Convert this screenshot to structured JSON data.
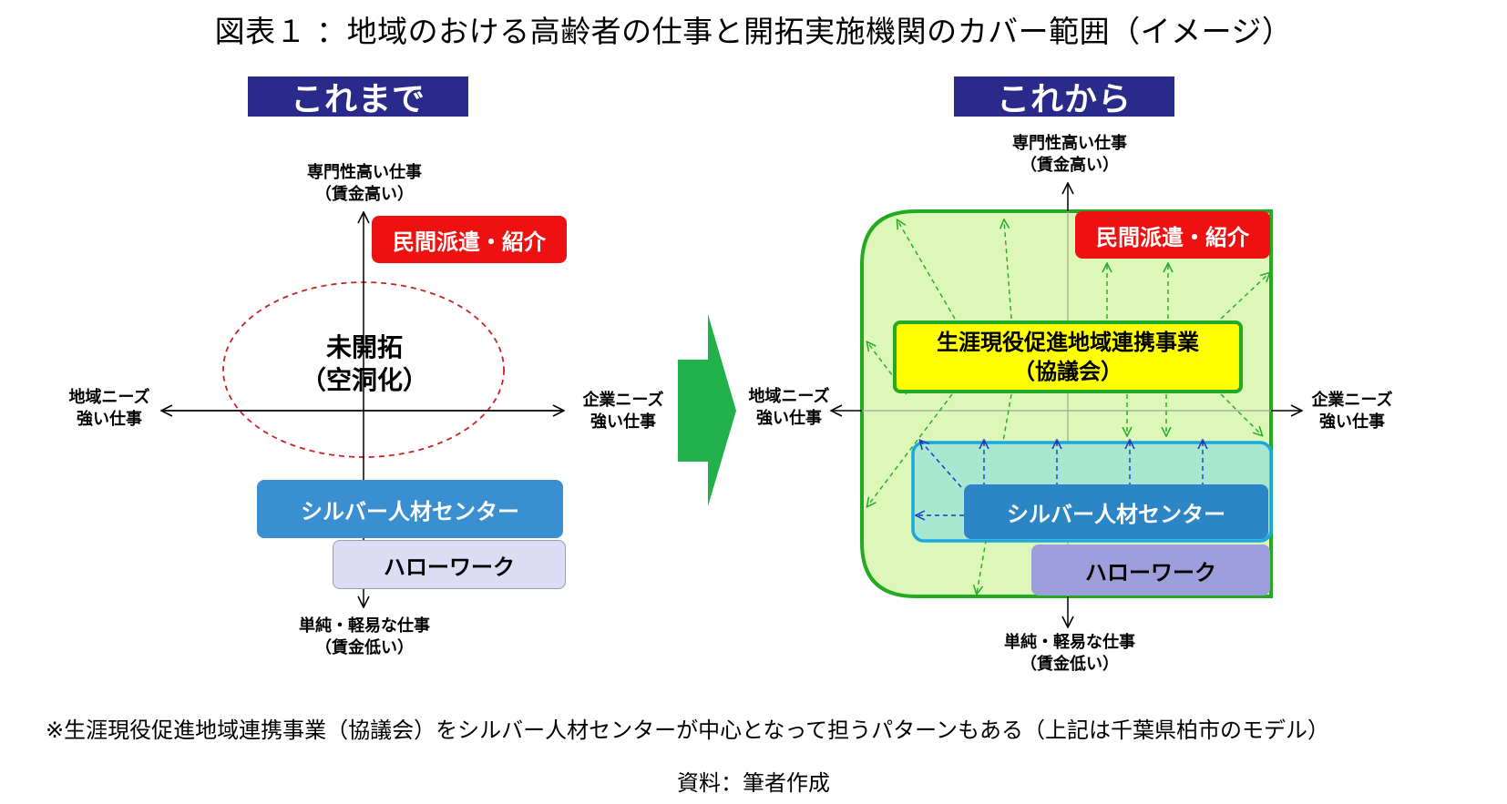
{
  "title": "図表１ ：地域のおける高齢者の仕事と開拓実施機関のカバー範囲（イメージ）",
  "left_panel": {
    "header": "これまで",
    "axis_top": "専門性高い仕事",
    "axis_top_sub": "（賃金高い）",
    "axis_bottom": "単純・軽易な仕事",
    "axis_bottom_sub": "（賃金低い）",
    "axis_left": "地域ニーズ",
    "axis_left_sub": "強い仕事",
    "axis_right": "企業ニーズ",
    "axis_right_sub": "強い仕事",
    "private_agency": "民間派遣・紹介",
    "unexplored": "未開拓",
    "unexplored_sub": "（空洞化）",
    "silver_center": "シルバー人材センター",
    "hellowork": "ハローワーク"
  },
  "right_panel": {
    "header": "これから",
    "axis_top": "専門性高い仕事",
    "axis_top_sub": "（賃金高い）",
    "axis_bottom": "単純・軽易な仕事",
    "axis_bottom_sub": "（賃金低い）",
    "axis_left": "地域ニーズ",
    "axis_left_sub": "強い仕事",
    "axis_right": "企業ニーズ",
    "axis_right_sub": "強い仕事",
    "private_agency": "民間派遣・紹介",
    "council": "生涯現役促進地域連携事業",
    "council_sub": "（協議会）",
    "silver_center": "シルバー人材センター",
    "hellowork": "ハローワーク"
  },
  "footnote": "※生涯現役促進地域連携事業（協議会）をシルバー人材センターが中心となって担うパターンもある（上記は千葉県柏市のモデル）",
  "source": "資料：筆者作成",
  "colors": {
    "header_bg": "#2a2a8a",
    "private_red": "#ee1111",
    "silver_blue": "#3a8fd0",
    "hellowork_left": "#dcdcf4",
    "hellowork_right": "#9e9edc",
    "green_area": "#ddf7b8",
    "green_border": "#22aa22",
    "council_yellow": "#ffff00",
    "teal_area": "#a8e8d0",
    "arrow_green": "#22aa22",
    "arrow_blue": "#2233bb",
    "unexplored_dash": "#cc2222"
  }
}
